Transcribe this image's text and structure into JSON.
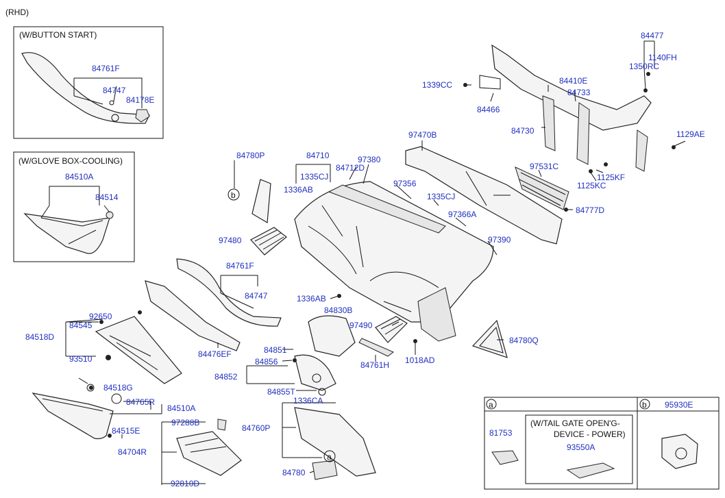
{
  "variant": "(RHD)",
  "boxes": {
    "button_start": "(W/BUTTON START)",
    "glove_box_cooling": "(W/GLOVE BOX-COOLING)",
    "tail_gate_line1": "(W/TAIL GATE OPEN'G-",
    "tail_gate_line2": "DEVICE - POWER)",
    "ref_a": "a",
    "ref_b": "b"
  },
  "parts": {
    "p84761F_top": "84761F",
    "p84747_top": "84747",
    "p84178E": "84178E",
    "p84510A_top": "84510A",
    "p84514": "84514",
    "p84780P": "84780P",
    "p84710": "84710",
    "p1335CJ_a": "1335CJ",
    "p84712D": "84712D",
    "p1336AB_a": "1336AB",
    "p97380": "97380",
    "p97356": "97356",
    "p1335CJ_b": "1335CJ",
    "p97366A": "97366A",
    "p97390": "97390",
    "p97480": "97480",
    "p97470B": "97470B",
    "p97531C": "97531C",
    "p84777D": "84777D",
    "p84477": "84477",
    "p1140FH": "1140FH",
    "p1350RC": "1350RC",
    "p1339CC": "1339CC",
    "p84410E": "84410E",
    "p84733": "84733",
    "p84466": "84466",
    "p84730": "84730",
    "p1129AE": "1129AE",
    "p1125KF": "1125KF",
    "p1125KC": "1125KC",
    "p84761F_mid": "84761F",
    "p84747_mid": "84747",
    "p1336AB_b": "1336AB",
    "p84830B": "84830B",
    "p97490": "97490",
    "p1018AD": "1018AD",
    "p84780Q": "84780Q",
    "p84761H": "84761H",
    "p92650": "92650",
    "p84545": "84545",
    "p84518D": "84518D",
    "p93510": "93510",
    "p84476EF": "84476EF",
    "p84851": "84851",
    "p84856": "84856",
    "p84852": "84852",
    "p84855T": "84855T",
    "p84518G": "84518G",
    "p84765R": "84765R",
    "p84510A_bot": "84510A",
    "p84515E": "84515E",
    "p84704R": "84704R",
    "p97288B": "97288B",
    "p92810D": "92810D",
    "p1336CA": "1336CA",
    "p84760P": "84760P",
    "p84780": "84780",
    "p81753": "81753",
    "p93550A": "93550A",
    "p95930E": "95930E"
  }
}
